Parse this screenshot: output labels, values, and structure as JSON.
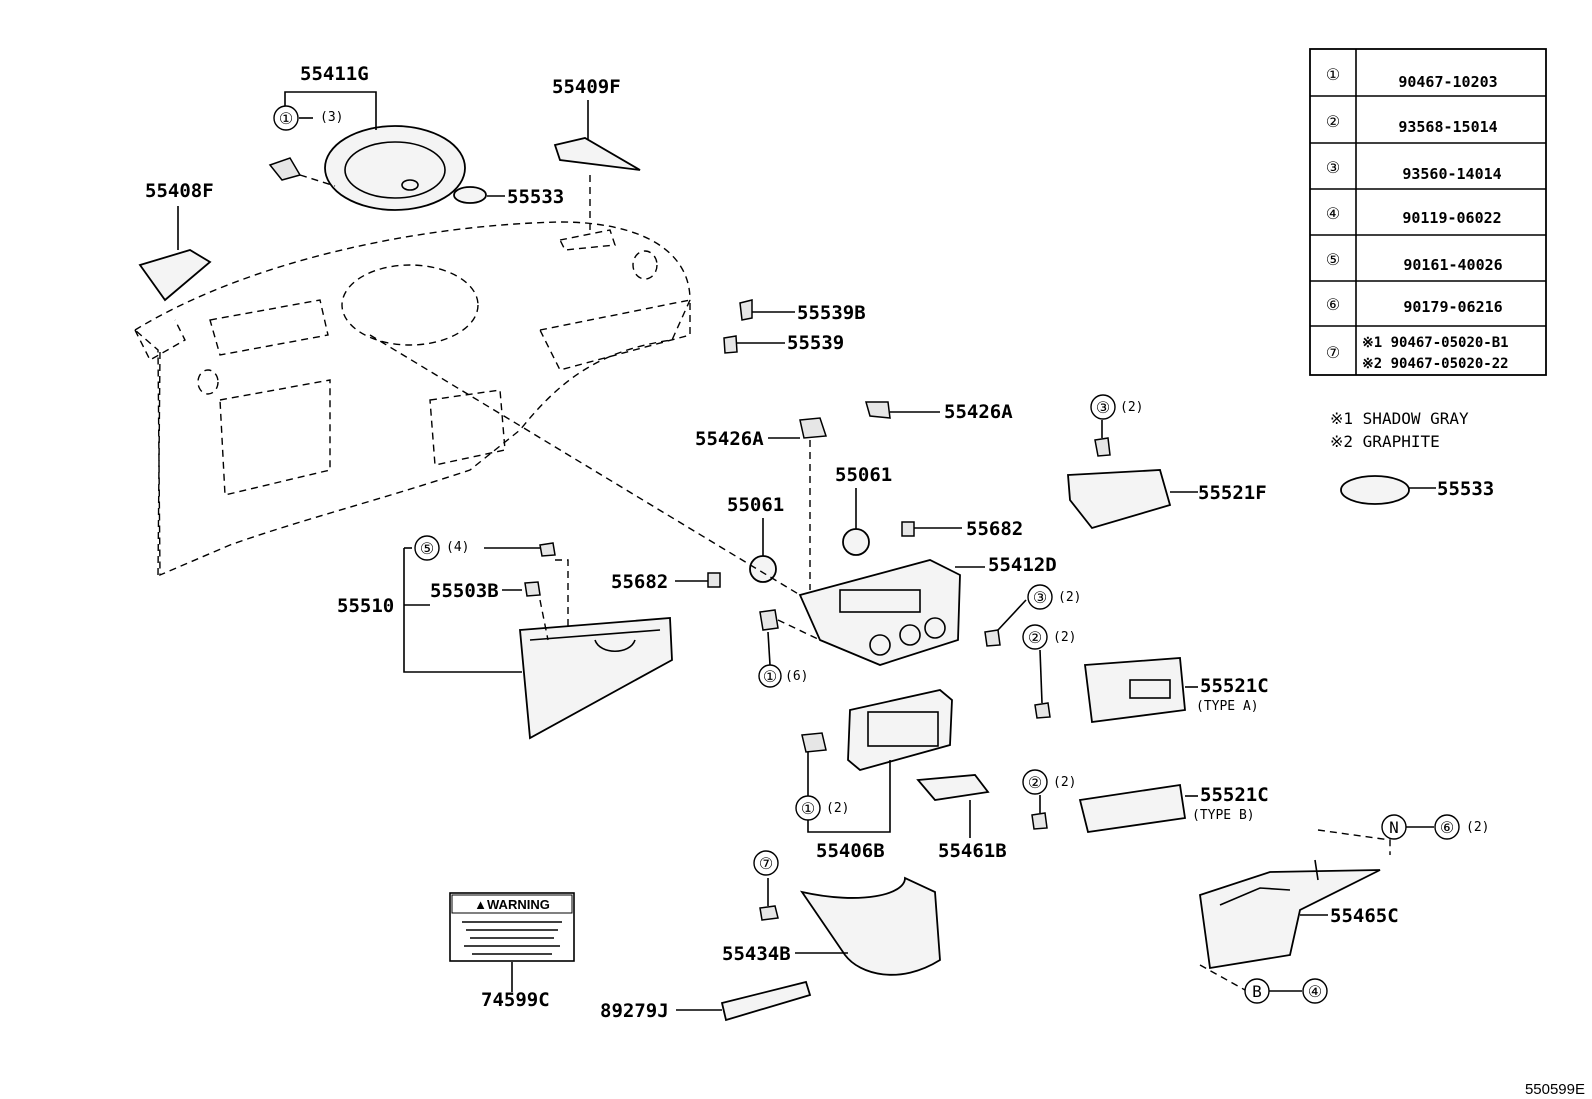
{
  "diagram_id": "550599E",
  "legend_table": [
    {
      "key": "①",
      "number": "90467-10203"
    },
    {
      "key": "②",
      "number": "93568-15014"
    },
    {
      "key": "③",
      "number": "93560-14014"
    },
    {
      "key": "④",
      "number": "90119-06022"
    },
    {
      "key": "⑤",
      "number": "90161-40026"
    },
    {
      "key": "⑥",
      "number": "90179-06216"
    },
    {
      "key": "⑦",
      "number": "※1 90467-05020-B1",
      "number2": "※2 90467-05020-22"
    }
  ],
  "notes": [
    "※1 SHADOW GRAY",
    "※2 GRAPHITE"
  ],
  "labels": {
    "p55411G": "55411G",
    "p55409F": "55409F",
    "p55408F": "55408F",
    "p55533a": "55533",
    "p55533b": "55533",
    "p55539B": "55539B",
    "p55539": "55539",
    "p55426A_top": "55426A",
    "p55426A_left": "55426A",
    "p55061a": "55061",
    "p55061b": "55061",
    "p55682a": "55682",
    "p55682b": "55682",
    "p55412D": "55412D",
    "p55510": "55510",
    "p55503B": "55503B",
    "p55521F": "55521F",
    "p55521C_a": "55521C",
    "type_a": "(TYPE A)",
    "p55521C_b": "55521C",
    "type_b": "(TYPE B)",
    "p55406B": "55406B",
    "p55461B": "55461B",
    "p55465C": "55465C",
    "p55434B": "55434B",
    "p74599C": "74599C",
    "p89279J": "89279J"
  },
  "callouts": {
    "c1_3": "①",
    "q1_3": "(3)",
    "c3_2a": "③",
    "q3_2a": "(2)",
    "c5_4": "⑤",
    "q5_4": "(4)",
    "c3_2b": "③",
    "q3_2b": "(2)",
    "c2_2a": "②",
    "q2_2a": "(2)",
    "c1_6": "①",
    "q1_6": "(6)",
    "c2_2b": "②",
    "q2_2b": "(2)",
    "c1_2": "①",
    "q1_2": "(2)",
    "c7": "⑦",
    "cN": "N",
    "c6_2": "⑥",
    "q6_2": "(2)",
    "cB": "B",
    "c4": "④"
  },
  "warning_label": {
    "title": "▲WARNING"
  }
}
